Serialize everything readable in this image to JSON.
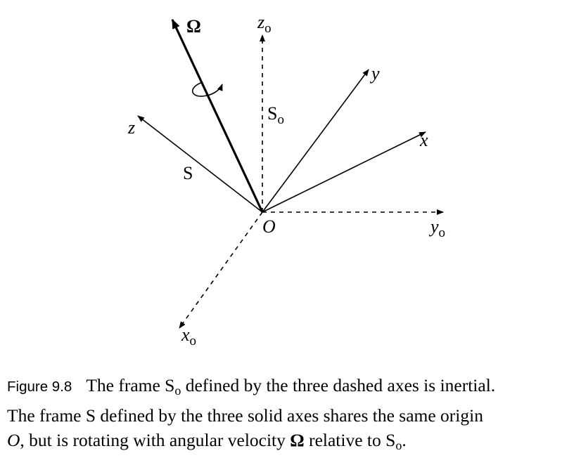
{
  "diagram": {
    "omega_label": "Ω",
    "rotating_frame_label": "S",
    "inertial_frame_label": "S",
    "inertial_frame_subscript": "o",
    "origin_label": "O",
    "axes": {
      "z_label": "z",
      "y_label": "y",
      "x_label": "x",
      "z0_label": "z",
      "y0_label": "y",
      "x0_label": "x",
      "axis_subscript": "o"
    }
  },
  "caption": {
    "figure_number": "Figure 9.8",
    "line1_a": "The frame ",
    "frame0_symbol": "S",
    "frame0_subscript": "o",
    "line1_b": " defined by the three dashed axes is inertial.",
    "line2": "The frame S defined by the three solid axes shares the same origin",
    "line3_origin": "O",
    "line3_a": ", but is rotating with angular velocity ",
    "line3_omega": "Ω",
    "line3_b": " relative to ",
    "line3_frame_symbol": "S",
    "line3_frame_subscript": "o",
    "line3_end": "."
  }
}
